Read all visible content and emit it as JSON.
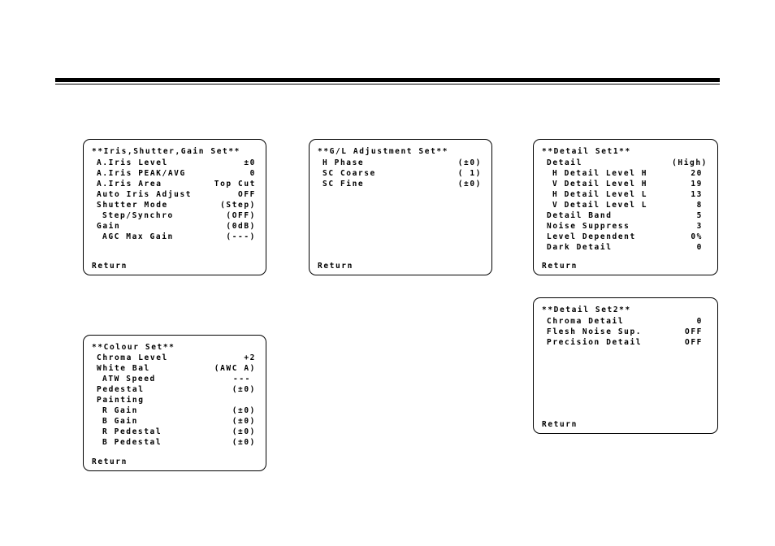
{
  "menus": {
    "iris": {
      "title": "**Iris,Shutter,Gain Set**",
      "items": [
        {
          "label": "A.Iris Level",
          "value": "±0"
        },
        {
          "label": "A.Iris PEAK/AVG",
          "value": "0"
        },
        {
          "label": "A.Iris Area",
          "value": "Top Cut"
        },
        {
          "label": "Auto Iris Adjust",
          "value": "OFF"
        },
        {
          "label": "Shutter Mode",
          "value": "(Step)"
        },
        {
          "label": "Step/Synchro",
          "value": "(OFF)"
        },
        {
          "label": "Gain",
          "value": "(0dB)"
        },
        {
          "label": "AGC Max Gain",
          "value": "(---)"
        }
      ],
      "return_label": "Return"
    },
    "gl": {
      "title": "**G/L Adjustment Set**",
      "items": [
        {
          "label": "H Phase",
          "value": "(±0)"
        },
        {
          "label": "SC Coarse",
          "value": "( 1)"
        },
        {
          "label": "SC Fine",
          "value": "(±0)"
        }
      ],
      "return_label": "Return"
    },
    "detail1": {
      "title": "**Detail Set1**",
      "items": [
        {
          "label": "Detail",
          "value": "(High)"
        },
        {
          "label": "H Detail Level H",
          "value": "20"
        },
        {
          "label": "V Detail Level H",
          "value": "19"
        },
        {
          "label": "H Detail Level L",
          "value": "13"
        },
        {
          "label": "V Detail Level L",
          "value": "8"
        },
        {
          "label": "Detail Band",
          "value": "5"
        },
        {
          "label": "Noise Suppress",
          "value": "3"
        },
        {
          "label": "Level Dependent",
          "value": "0%"
        },
        {
          "label": "Dark Detail",
          "value": "0"
        }
      ],
      "return_label": "Return"
    },
    "colour": {
      "title": "**Colour Set**",
      "items": [
        {
          "label": "Chroma Level",
          "value": "+2"
        },
        {
          "label": "White Bal",
          "value": "(AWC A)"
        },
        {
          "label": "ATW Speed",
          "value": "---"
        },
        {
          "label": "Pedestal",
          "value": "(±0)"
        },
        {
          "label": "Painting",
          "value": ""
        },
        {
          "label": "R Gain",
          "value": "(±0)"
        },
        {
          "label": "B Gain",
          "value": "(±0)"
        },
        {
          "label": "R Pedestal",
          "value": "(±0)"
        },
        {
          "label": "B Pedestal",
          "value": "(±0)"
        }
      ],
      "return_label": "Return"
    },
    "detail2": {
      "title": "**Detail Set2**",
      "items": [
        {
          "label": "Chroma Detail",
          "value": "0"
        },
        {
          "label": "Flesh Noise Sup.",
          "value": "OFF"
        },
        {
          "label": "Precision Detail",
          "value": "OFF"
        }
      ],
      "return_label": "Return"
    }
  }
}
